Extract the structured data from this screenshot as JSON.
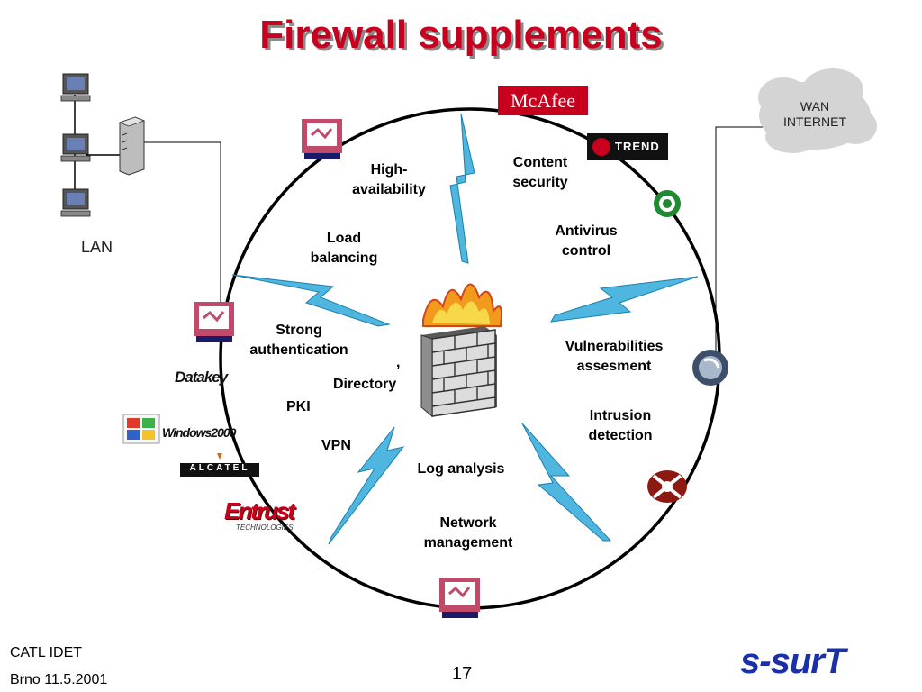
{
  "title": "Firewall supplements",
  "lan_label": "LAN",
  "cloud": {
    "line1": "WAN",
    "line2": "INTERNET"
  },
  "ring_labels": {
    "high_availability": [
      "High-",
      "availability"
    ],
    "load_balancing": [
      "Load",
      "balancing"
    ],
    "strong_auth": [
      "Strong",
      "authentication"
    ],
    "directory": "Directory",
    "directory_mark": ",",
    "pki": "PKI",
    "vpn": "VPN",
    "log_analysis": "Log analysis",
    "network_management": [
      "Network",
      "management"
    ],
    "content_security": [
      "Content",
      "security"
    ],
    "antivirus": [
      "Antivirus",
      "control"
    ],
    "vulnerabilities": [
      "Vulnerabilities",
      "assesment"
    ],
    "intrusion": [
      "Intrusion",
      "detection"
    ]
  },
  "logos": {
    "mcafee": "McAfee",
    "trend": "TREND",
    "datakey": "Datakey",
    "windows": "Windows2000",
    "alcatel": "ALCATEL",
    "entrust": "Entrust",
    "entrust_sub": "TECHNOLOGIES"
  },
  "footer": {
    "org": "CATL IDET",
    "place_date": "Brno 11.5.2001",
    "page": "17",
    "brand": "s-surT"
  },
  "colors": {
    "title": "#c8001e",
    "lightning": "#3aa7d6",
    "ring": "#000000",
    "brand": "#1b2fa8"
  }
}
